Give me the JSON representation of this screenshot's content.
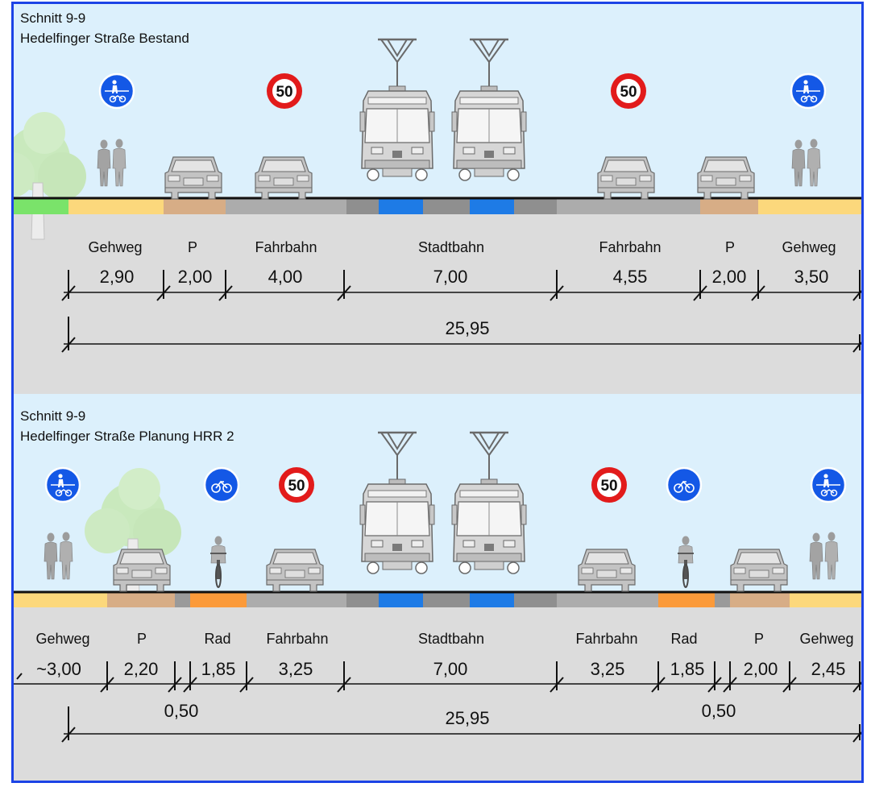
{
  "colors": {
    "frame": "#1c43e6",
    "sky": "#dcf0fc",
    "ground": "#dcdcdc",
    "walkway": "#fcd87c",
    "parking": "#d7ad86",
    "roadway": "#acacac",
    "rail_track": "#1e7be6",
    "rail_bed": "#8f8f8f",
    "bike_lane": "#fb9a3a",
    "green_strip": "#7ae36a",
    "separator": "#9a9a9a",
    "sign_blue": "#1458e6",
    "sign_red": "#e21b1b"
  },
  "sections": [
    {
      "title_line1": "Schnitt 9-9",
      "title_line2": "Hedelfinger Straße Bestand",
      "labels": [
        {
          "text": "Gehweg"
        },
        {
          "text": "P"
        },
        {
          "text": "Fahrbahn"
        },
        {
          "text": "Stadtbahn"
        },
        {
          "text": "Fahrbahn"
        },
        {
          "text": "P"
        },
        {
          "text": "Gehweg"
        }
      ],
      "dimensions": [
        "2,90",
        "2,00",
        "4,00",
        "7,00",
        "4,55",
        "2,00",
        "3,50"
      ],
      "total": "25,95",
      "sign_speed": "50"
    },
    {
      "title_line1": "Schnitt 9-9",
      "title_line2": "Hedelfinger Straße Planung HRR 2",
      "labels": [
        {
          "text": "Gehweg"
        },
        {
          "text": "P"
        },
        {
          "text": "Rad"
        },
        {
          "text": "Fahrbahn"
        },
        {
          "text": "Stadtbahn"
        },
        {
          "text": "Fahrbahn"
        },
        {
          "text": "Rad"
        },
        {
          "text": "P"
        },
        {
          "text": "Gehweg"
        }
      ],
      "dimensions": [
        "~3,00",
        "2,20",
        "1,85",
        "3,25",
        "7,00",
        "3,25",
        "1,85",
        "2,00",
        "2,45"
      ],
      "separator_left": "0,50",
      "separator_right": "0,50",
      "total": "25,95",
      "sign_speed": "50"
    }
  ]
}
